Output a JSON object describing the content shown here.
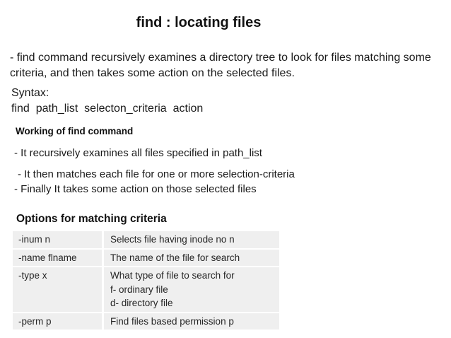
{
  "slide": {
    "title": "find : locating files",
    "intro": "- find command recursively examines a directory tree to look for files matching some\ncriteria, and then takes some action on the selected files.",
    "syntax_label": "Syntax:",
    "syntax_line": "find  path_list  selecton_criteria  action",
    "working_heading": "Working of find command",
    "working_points": [
      "- It recursively examines all files specified in path_list",
      "- It then matches each file for one or more selection-criteria",
      "- Finally It takes some action on those selected files"
    ],
    "options_heading": "Options for matching criteria",
    "options_table": {
      "rows": [
        {
          "option": "-inum n",
          "description": "Selects file having inode no n"
        },
        {
          "option": "-name flname",
          "description": "The name of the file for search"
        },
        {
          "option": "-type x",
          "description": "What type of file to search for\nf- ordinary file\nd- directory file"
        },
        {
          "option": "-perm p",
          "description": "Find files based permission p"
        }
      ]
    },
    "colors": {
      "background": "#ffffff",
      "text": "#1a1a1a",
      "table_row_bg": "#efefef"
    }
  }
}
